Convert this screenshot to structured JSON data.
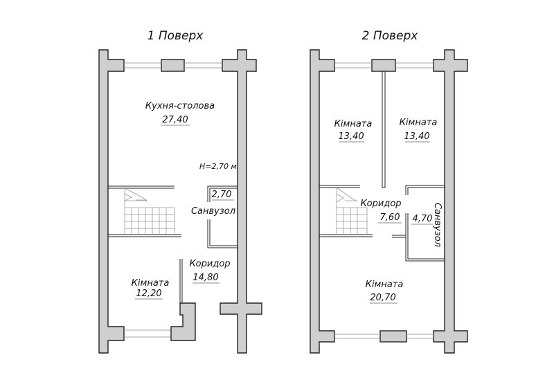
{
  "floors": [
    {
      "title": "1 Поверх",
      "height_note": "H=2,70 м",
      "rooms": [
        {
          "name": "Кухня-столова",
          "area": "27,40"
        },
        {
          "name": "Санвузол",
          "area": "2,70"
        },
        {
          "name": "Коридор",
          "area": "14,80"
        },
        {
          "name": "Кімната",
          "area": "12,20"
        }
      ]
    },
    {
      "title": "2 Поверх",
      "rooms": [
        {
          "name": "Кімната",
          "area": "13,40"
        },
        {
          "name": "Кімната",
          "area": "13,40"
        },
        {
          "name": "Коридор",
          "area": "7,60"
        },
        {
          "name": "Санвузол",
          "area": "4,70"
        },
        {
          "name": "Кімната",
          "area": "20,70"
        }
      ]
    }
  ]
}
